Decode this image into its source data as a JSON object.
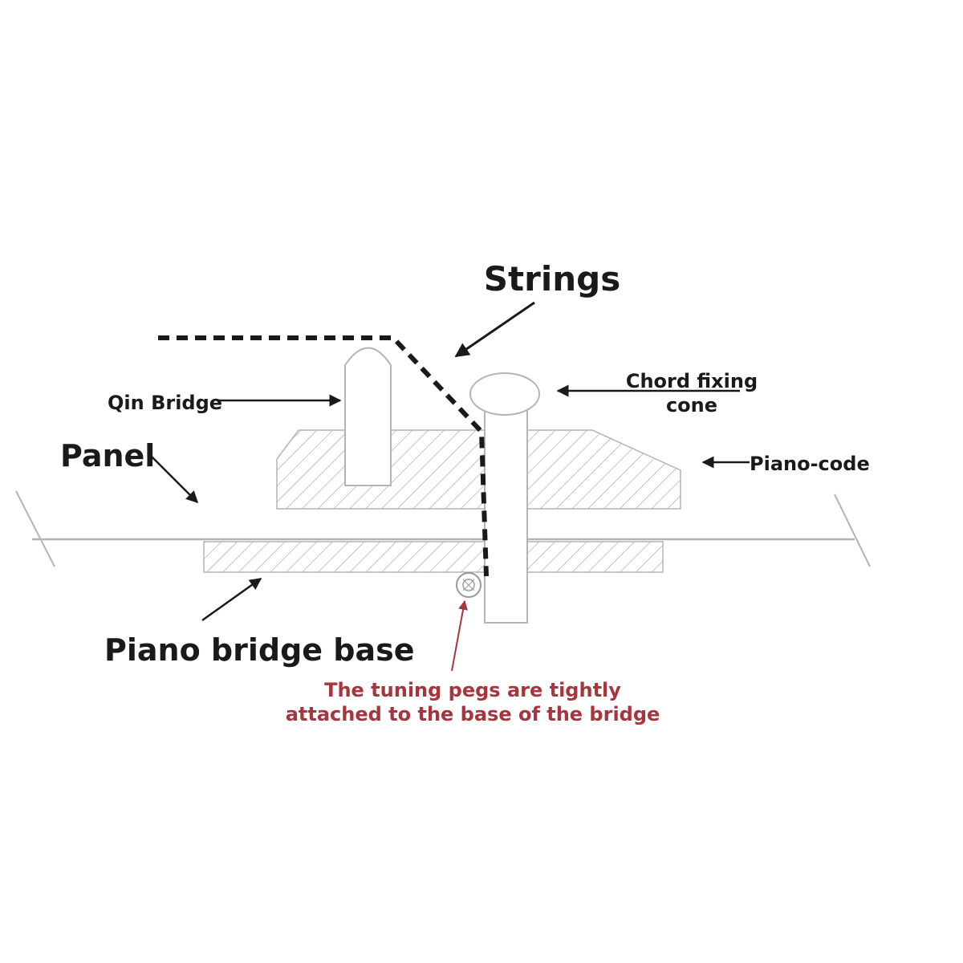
{
  "labels": {
    "strings": "Strings",
    "qin_bridge": "Qin Bridge",
    "chord_fixing_line1": "Chord fixing",
    "chord_fixing_line2": "cone",
    "panel": "Panel",
    "piano_code": "Piano-code",
    "piano_bridge_base": "Piano bridge base",
    "note_line1": "The tuning pegs are tightly",
    "note_line2": "attached to the base of the bridge"
  },
  "colors": {
    "ink": "#1a1a1a",
    "outline": "#b4b4b4",
    "note": "#a8343d"
  }
}
